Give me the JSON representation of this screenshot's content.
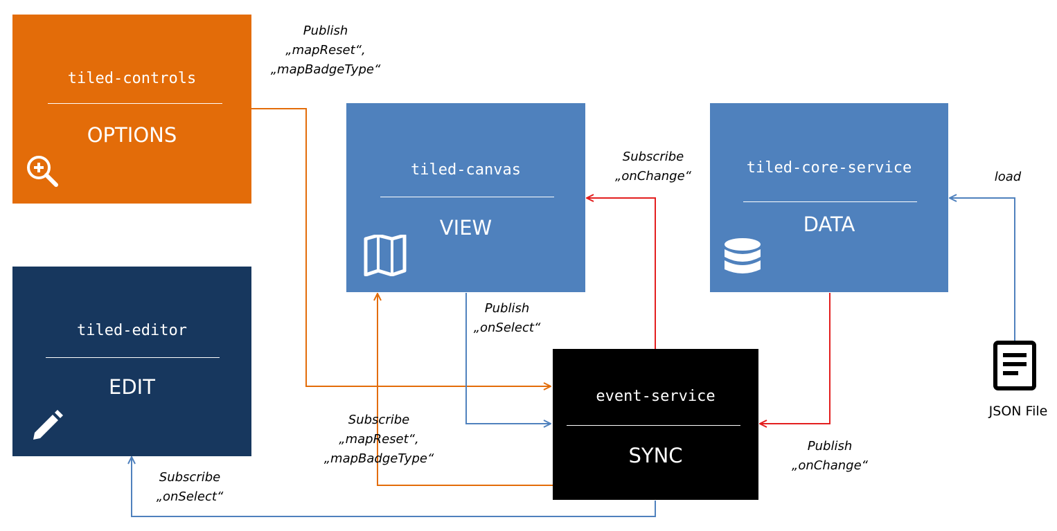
{
  "colors": {
    "options_fill": "#E36C09",
    "view_fill": "#4F81BD",
    "data_fill": "#4F81BD",
    "edit_fill": "#17375E",
    "sync_fill": "#000000",
    "orange_edge": "#E36C09",
    "blue_edge": "#4F81BD",
    "red_edge": "#E31E1E"
  },
  "nodes": {
    "options": {
      "code": "tiled-controls",
      "role": "OPTIONS",
      "icon": "zoom-in-icon"
    },
    "view": {
      "code": "tiled-canvas",
      "role": "VIEW",
      "icon": "map-icon"
    },
    "data": {
      "code": "tiled-core-service",
      "role": "DATA",
      "icon": "database-icon"
    },
    "edit": {
      "code": "tiled-editor",
      "role": "EDIT",
      "icon": "pencil-icon"
    },
    "sync": {
      "code": "event-service",
      "role": "SYNC"
    },
    "json": {
      "label": "JSON File",
      "icon": "document-icon"
    }
  },
  "edges": [
    {
      "id": "options-to-sync",
      "from": "tiled-controls",
      "to": "event-service",
      "color": "orange",
      "label": [
        "Publish",
        "„mapReset“,",
        "„mapBadgeType“"
      ]
    },
    {
      "id": "sync-to-view-orange",
      "from": "event-service",
      "to": "tiled-canvas",
      "color": "orange",
      "label": [
        "Subscribe",
        "„mapReset“,",
        "„mapBadgeType“"
      ]
    },
    {
      "id": "view-to-sync",
      "from": "tiled-canvas",
      "to": "event-service",
      "color": "blue",
      "label": [
        "Publish",
        "„onSelect“"
      ]
    },
    {
      "id": "sync-to-view-red",
      "from": "event-service",
      "to": "tiled-canvas",
      "color": "red",
      "label": [
        "Subscribe",
        "„onChange“"
      ]
    },
    {
      "id": "data-to-sync",
      "from": "tiled-core-service",
      "to": "event-service",
      "color": "red",
      "label": [
        "Publish",
        "„onChange“"
      ]
    },
    {
      "id": "sync-to-edit",
      "from": "event-service",
      "to": "tiled-editor",
      "color": "blue",
      "label": [
        "Subscribe",
        "„onSelect“"
      ]
    },
    {
      "id": "json-to-data",
      "from": "JSON File",
      "to": "tiled-core-service",
      "color": "blue",
      "label": [
        "load"
      ]
    }
  ]
}
